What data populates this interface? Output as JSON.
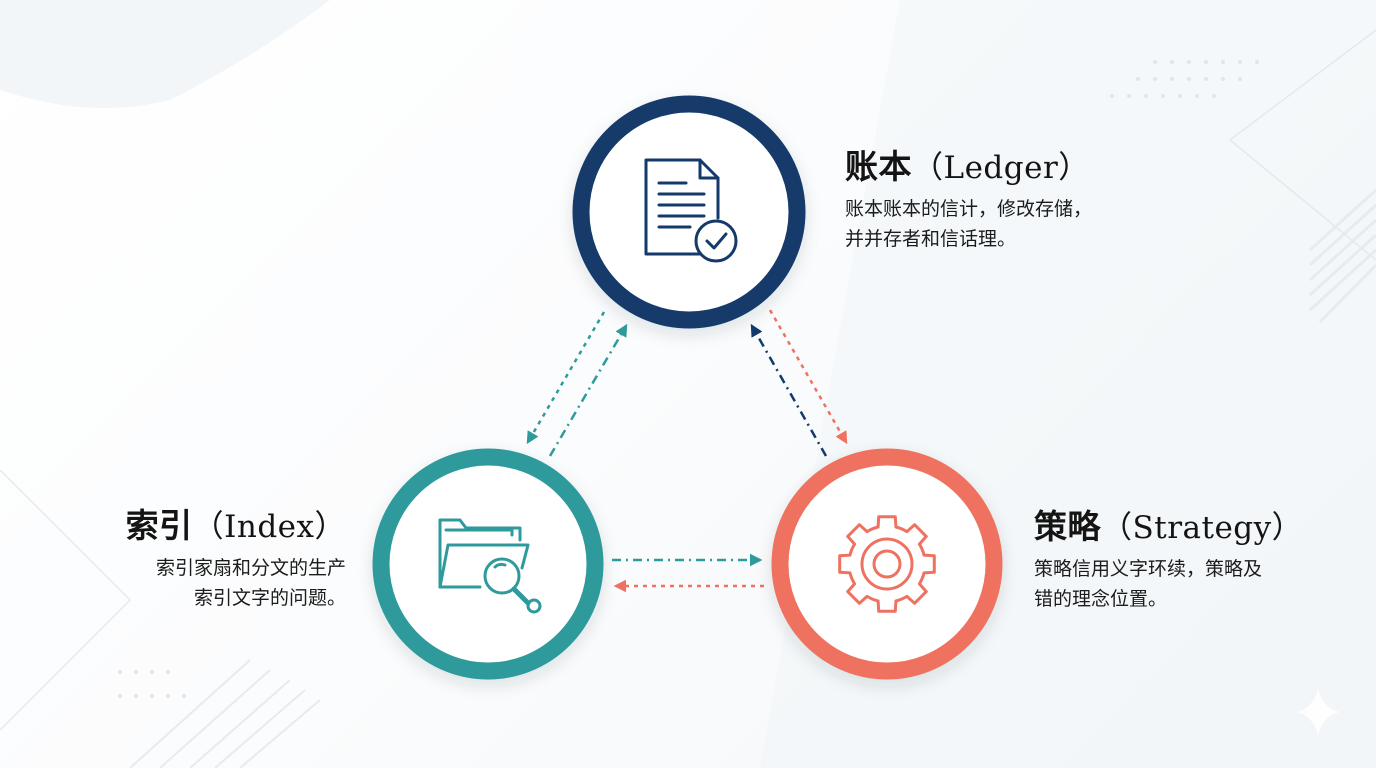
{
  "nodes": {
    "ledger": {
      "title": "账本",
      "title_en": "（Ledger）",
      "desc_lines": [
        "账本账本的信计，修改存储，",
        "并并存者和信话理。"
      ],
      "color": "#143a6b",
      "icon": "document-check-icon"
    },
    "index": {
      "title": "索引",
      "title_en": "（Index）",
      "desc_lines": [
        "索引家扇和分文的生产",
        "索引文字的问题。"
      ],
      "color": "#2f9a9c",
      "icon": "folder-search-icon"
    },
    "strategy": {
      "title": "策略",
      "title_en": "（Strategy）",
      "desc_lines": [
        "策略信用义字环续，策略及",
        "错的理念位置。"
      ],
      "color": "#ef7260",
      "icon": "gear-icon"
    }
  },
  "connectors": {
    "teal": "#2f9a9c",
    "coral": "#ef7260",
    "navy": "#143a6b"
  }
}
